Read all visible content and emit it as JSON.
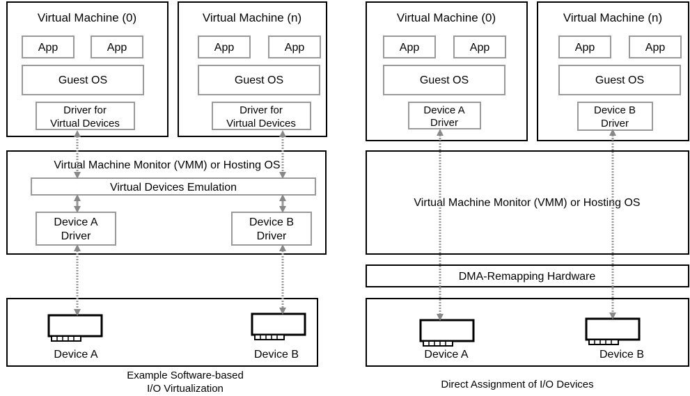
{
  "left": {
    "vm0": {
      "title": "Virtual Machine (0)",
      "app1": "App",
      "app2": "App",
      "guest_os": "Guest OS",
      "driver_line1": "Driver for",
      "driver_line2": "Virtual Devices"
    },
    "vmn": {
      "title": "Virtual Machine (n)",
      "app1": "App",
      "app2": "App",
      "guest_os": "Guest OS",
      "driver_line1": "Driver for",
      "driver_line2": "Virtual Devices"
    },
    "vmm": {
      "title": "Virtual Machine Monitor (VMM) or Hosting OS",
      "emulation": "Virtual Devices Emulation",
      "driver_a_line1": "Device A",
      "driver_a_line2": "Driver",
      "driver_b_line1": "Device B",
      "driver_b_line2": "Driver"
    },
    "hardware": {
      "device_a": "Device A",
      "device_b": "Device B"
    },
    "caption_line1": "Example Software-based",
    "caption_line2": "I/O Virtualization"
  },
  "right": {
    "vm0": {
      "title": "Virtual Machine (0)",
      "app1": "App",
      "app2": "App",
      "guest_os": "Guest OS",
      "driver_line1": "Device A",
      "driver_line2": "Driver"
    },
    "vmn": {
      "title": "Virtual Machine (n)",
      "app1": "App",
      "app2": "App",
      "guest_os": "Guest OS",
      "driver_line1": "Device B",
      "driver_line2": "Driver"
    },
    "vmm": {
      "title": "Virtual Machine Monitor (VMM) or Hosting OS"
    },
    "dma": "DMA-Remapping Hardware",
    "hardware": {
      "device_a": "Device A",
      "device_b": "Device B"
    },
    "caption": "Direct Assignment of I/O Devices"
  }
}
